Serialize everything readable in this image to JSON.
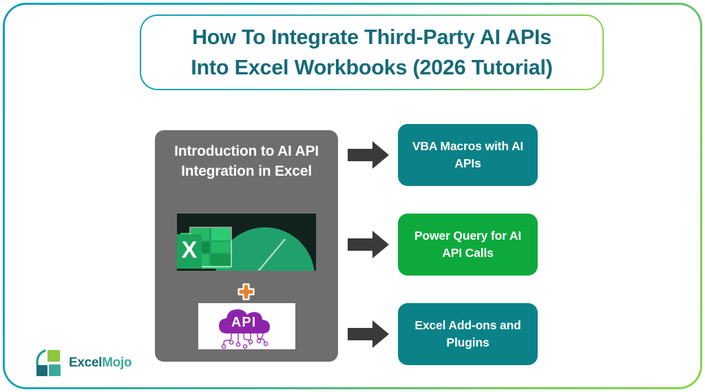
{
  "page": {
    "frame_gradient_start": "#0b9ec0",
    "frame_gradient_end": "#86d44b",
    "background": "#ffffff"
  },
  "title": {
    "line1": "How To Integrate Third-Party AI APIs",
    "line2": "Into Excel Workbooks (2026 Tutorial)",
    "color": "#156a78"
  },
  "main_panel": {
    "heading": "Introduction to AI API Integration in Excel",
    "background": "#6e6e6e",
    "text_color": "#ffffff",
    "excel_image": {
      "icon_name": "excel-spreadsheet-icon",
      "letter": "X",
      "background": "#12211a",
      "accent": "#1eb563"
    },
    "connector": {
      "icon_name": "orange-plus-icon",
      "color": "#e8812c"
    },
    "api_image": {
      "icon_name": "api-cloud-circuit-icon",
      "label": "API",
      "color": "#8e24aa",
      "background": "#ffffff"
    }
  },
  "arrows": [
    {
      "icon_name": "right-arrow-icon",
      "color": "#3a3a3a"
    },
    {
      "icon_name": "right-arrow-icon",
      "color": "#3a3a3a"
    },
    {
      "icon_name": "right-arrow-icon",
      "color": "#3a3a3a"
    }
  ],
  "cards": [
    {
      "label": "VBA Macros with AI APIs",
      "color": "#0a8288"
    },
    {
      "label": "Power Query for AI API Calls",
      "color": "#0da93c"
    },
    {
      "label": "Excel Add-ons and Plugins",
      "color": "#0a8288"
    }
  ],
  "brand": {
    "name_part1": "Excel",
    "name_part2": "Mojo",
    "color_part1": "#1a6c78",
    "color_part2": "#3aab9a",
    "mark_colors": [
      "#8cc63f",
      "#1a6c78",
      "#3aab9a",
      "#2e9e8f"
    ]
  }
}
